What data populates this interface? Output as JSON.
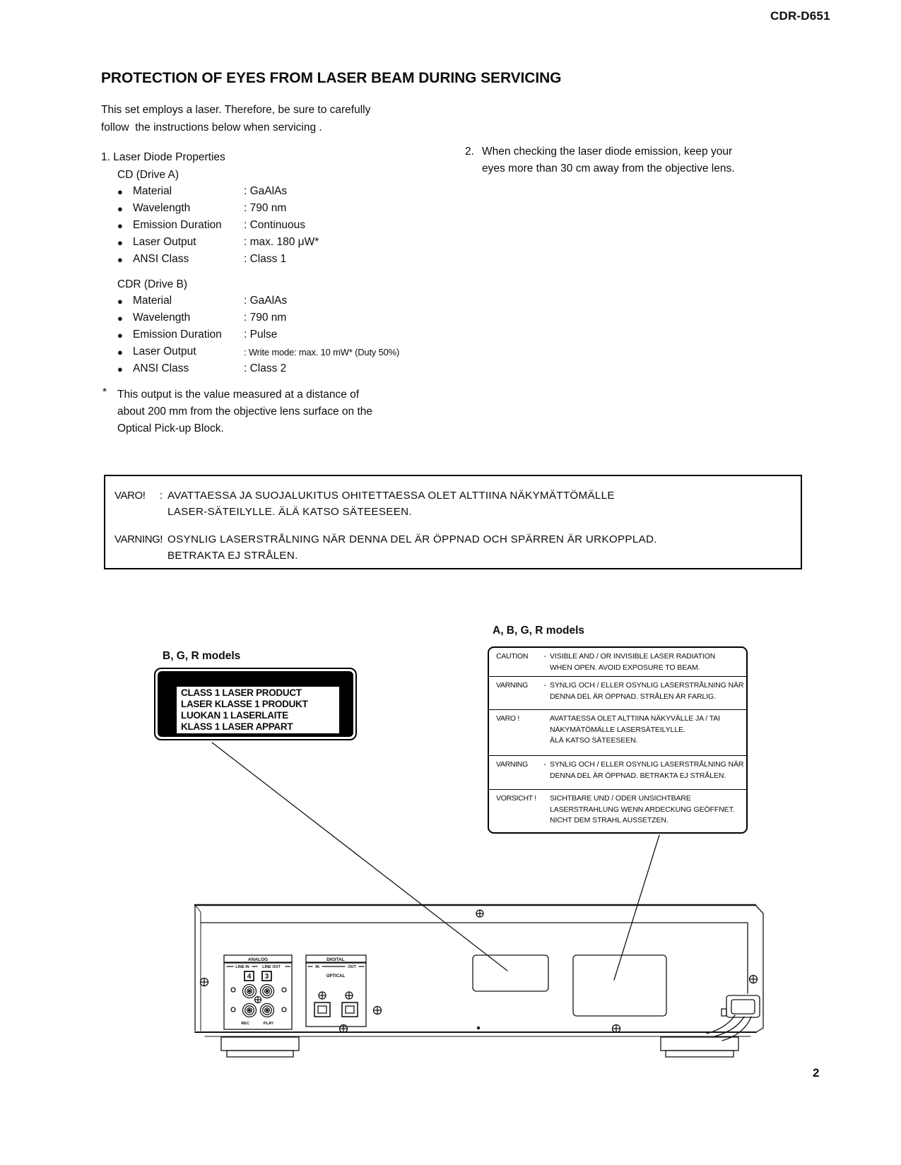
{
  "page": {
    "model": "CDR-D651",
    "number": "2"
  },
  "icons": {
    "bullet": "●"
  },
  "title": "PROTECTION OF EYES FROM LASER BEAM DURING SERVICING",
  "intro": [
    "This set employs a laser. Therefore, be sure to carefully",
    "follow  the instructions below when servicing ."
  ],
  "item1": {
    "heading": "1. Laser Diode Properties",
    "groups": [
      {
        "name": "CD (Drive A)",
        "rows": [
          {
            "label": "Material",
            "value": ": GaAlAs"
          },
          {
            "label": "Wavelength",
            "value": ": 790 nm"
          },
          {
            "label": "Emission Duration",
            "value": ": Continuous"
          },
          {
            "label": "Laser Output",
            "value": ": max. 180 μW*"
          },
          {
            "label": "ANSI Class",
            "value": ": Class 1"
          }
        ]
      },
      {
        "name": "CDR (Drive B)",
        "rows": [
          {
            "label": "Material",
            "value": ": GaAlAs"
          },
          {
            "label": "Wavelength",
            "value": ": 790 nm"
          },
          {
            "label": "Emission Duration",
            "value": ": Pulse"
          },
          {
            "label": "Laser Output",
            "value": ": Write mode: max. 10 mW* (Duty 50%)"
          },
          {
            "label": "ANSI Class",
            "value": ": Class 2"
          }
        ]
      }
    ]
  },
  "item2": {
    "number": "2.",
    "lines": [
      "When checking the laser diode emission, keep your",
      "eyes more than 30 cm away from the objective lens."
    ]
  },
  "footnote": {
    "marker": "*",
    "lines": [
      "This output is the value measured at a distance of",
      "about 200 mm from the objective lens surface on the",
      "Optical Pick-up Block."
    ]
  },
  "warning_box": {
    "rows": [
      {
        "label": "VARO!",
        "colon": ":",
        "lines": [
          "AVATTAESSA JA SUOJALUKITUS OHITETTAESSA OLET ALTTIINA NÄKYMÄTTÖMÄLLE",
          "LASER-SÄTEILYLLE. ÄLÄ KATSO SÄTEESEEN."
        ]
      },
      {
        "label": "VARNING!",
        "colon": ":",
        "lines": [
          "OSYNLIG LASERSTRÅLNING NÄR DENNA DEL ÄR ÖPPNAD OCH SPÄRREN ÄR URKOPPLAD.",
          "BETRAKTA EJ STRÅLEN."
        ]
      }
    ]
  },
  "bgr_label": {
    "heading": "B, G, R models",
    "lines": [
      "CLASS 1 LASER PRODUCT",
      "LASER KLASSE 1 PRODUKT",
      "LUOKAN 1 LASERLAITE",
      "KLASS 1 LASER APPART"
    ]
  },
  "abgr_table": {
    "heading": "A, B, G, R models",
    "rows": [
      {
        "term": "CAUTION",
        "dash": "-",
        "lines": [
          "VISIBLE AND / OR INVISIBLE LASER RADIATION",
          "WHEN OPEN. AVOID EXPOSURE TO BEAM."
        ]
      },
      {
        "term": "VARNING",
        "dash": "-",
        "lines": [
          "SYNLIG OCH / ELLER OSYNLIG LASERSTRÅLNING NÄR",
          "DENNA DEL ÄR ÖPPNAD. STRÅLEN ÄR FARLIG."
        ]
      },
      {
        "term": "VARO !",
        "dash": "",
        "lines": [
          "AVATTAESSA OLET ALTTIINA NÄKYVÄLLE JA / TAI",
          "NÄKYMÄTÖMÄLLE LASERSÄTEILYLLE.",
          "ÄLÄ KATSO SÄTEESEEN."
        ]
      },
      {
        "term": "VARNING",
        "dash": "-",
        "lines": [
          "SYNLIG OCH / ELLER OSYNLIG LASERSTRÅLNING NÄR",
          "DENNA DEL ÄR ÖPPNAD. BETRAKTA EJ STRÅLEN."
        ]
      },
      {
        "term": "VORSICHT !",
        "dash": "",
        "lines": [
          "SICHTBARE UND / ODER UNSICHTBARE",
          "LASERSTRAHLUNG WENN ARDECKUNG GEÖFFNET.",
          "NICHT DEM STRAHL AUSSETZEN."
        ]
      }
    ]
  },
  "rear_panel": {
    "analog_title": "ANALOG",
    "line_in": "LINE IN",
    "line_out": "LINE OUT",
    "jack_4": "4",
    "jack_3": "3",
    "rec": "REC",
    "play": "PLAY",
    "digital_title": "DIGITAL",
    "in": "IN",
    "out": "OUT",
    "optical": "OPTICAL"
  }
}
